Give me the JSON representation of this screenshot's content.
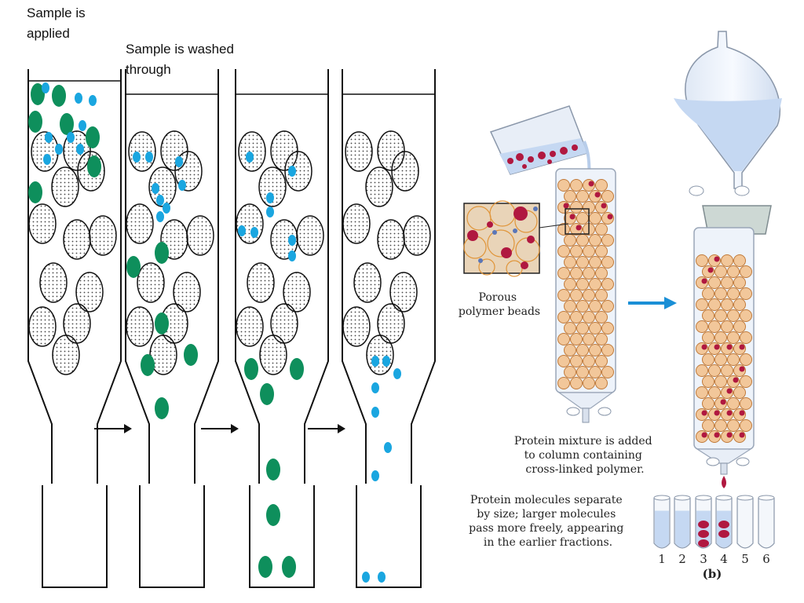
{
  "left_panel": {
    "label_applied": [
      "Sample is",
      "applied"
    ],
    "label_washed": [
      "Sample is washed",
      "through"
    ]
  },
  "right_panel": {
    "label_beads": [
      "Porous",
      "polymer beads"
    ],
    "label_added": [
      "Protein mixture is added",
      "to column containing",
      "cross-linked polymer."
    ],
    "label_separate": [
      "Protein molecules separate",
      "by size;  larger molecules",
      "pass more freely, appearing",
      "in the earlier fractions."
    ],
    "tube_numbers": [
      "1",
      "2",
      "3",
      "4",
      "5",
      "6"
    ],
    "panel_letter": "(b)"
  },
  "colors": {
    "large_molecule": "#0e8f5c",
    "small_molecule": "#1aa6e0",
    "bead_orange": "#f2c79a",
    "protein_red": "#b01840",
    "liquid_blue": "#c5d8f2",
    "arrow_blue": "#1a8fd6"
  }
}
